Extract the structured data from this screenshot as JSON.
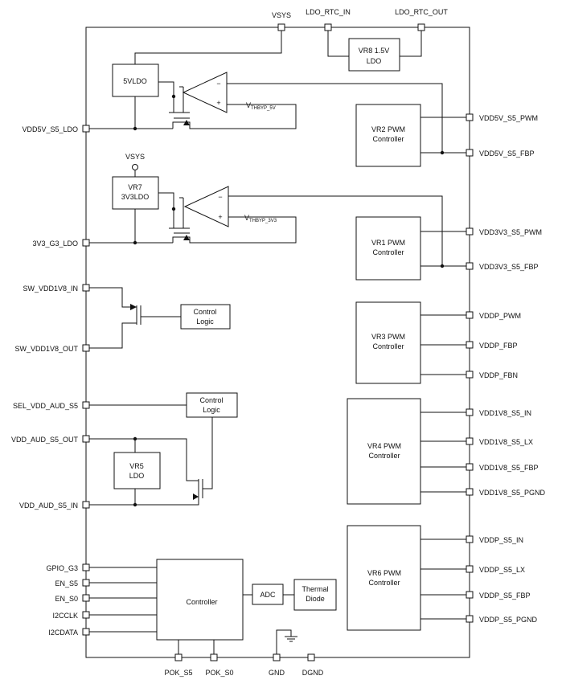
{
  "top_pins": {
    "vsys": "VSYS",
    "ldo_rtc_in": "LDO_RTC_IN",
    "ldo_rtc_out": "LDO_RTC_OUT"
  },
  "left_pins": {
    "vdd5v_s5_ldo": "VDD5V_S5_LDO",
    "v3v3_g3_ldo": "3V3_G3_LDO",
    "sw_vdd1v8_in": "SW_VDD1V8_IN",
    "sw_vdd1v8_out": "SW_VDD1V8_OUT",
    "sel_vdd_aud_s5": "SEL_VDD_AUD_S5",
    "vdd_aud_s5_out": "VDD_AUD_S5_OUT",
    "vdd_aud_s5_in": "VDD_AUD_S5_IN",
    "gpio_g3": "GPIO_G3",
    "en_s5": "EN_S5",
    "en_s0": "EN_S0",
    "i2cclk": "I2CCLK",
    "i2cdata": "I2CDATA"
  },
  "right_pins": {
    "vdd5v_s5_pwm": "VDD5V_S5_PWM",
    "vdd5v_s5_fbp": "VDD5V_S5_FBP",
    "vdd3v3_s5_pwm": "VDD3V3_S5_PWM",
    "vdd3v3_s5_fbp": "VDD3V3_S5_FBP",
    "vddp_pwm": "VDDP_PWM",
    "vddp_fbp": "VDDP_FBP",
    "vddp_fbn": "VDDP_FBN",
    "vdd1v8_s5_in": "VDD1V8_S5_IN",
    "vdd1v8_s5_lx": "VDD1V8_S5_LX",
    "vdd1v8_s5_fbp": "VDD1V8_S5_FBP",
    "vdd1v8_s5_pgnd": "VDD1V8_S5_PGND",
    "vddp_s5_in": "VDDP_S5_IN",
    "vddp_s5_lx": "VDDP_S5_LX",
    "vddp_s5_fbp": "VDDP_S5_FBP",
    "vddp_s5_pgnd": "VDDP_S5_PGND"
  },
  "bottom_pins": {
    "pok_s5": "POK_S5",
    "pok_s0": "POK_S0",
    "gnd": "GND",
    "dgnd": "DGND"
  },
  "blocks": {
    "vr8_line1": "VR8 1.5V",
    "vr8_line2": "LDO",
    "ldo_5v": "5VLDO",
    "vr7_line1": "VR7",
    "vr7_line2": "3V3LDO",
    "vr7_vsys": "VSYS",
    "vr2_line1": "VR2 PWM",
    "vr2_line2": "Controller",
    "vr1_line1": "VR1 PWM",
    "vr1_line2": "Controller",
    "vr3_line1": "VR3 PWM",
    "vr3_line2": "Controller",
    "vr4_line1": "VR4 PWM",
    "vr4_line2": "Controller",
    "vr6_line1": "VR6 PWM",
    "vr6_line2": "Controller",
    "ctrl_logic1_line1": "Control",
    "ctrl_logic1_line2": "Logic",
    "ctrl_logic2_line1": "Control",
    "ctrl_logic2_line2": "Logic",
    "vr5_line1": "VR5",
    "vr5_line2": "LDO",
    "controller": "Controller",
    "adc": "ADC",
    "thermal_line1": "Thermal",
    "thermal_line2": "Diode"
  },
  "amps": {
    "minus": "−",
    "plus": "+",
    "vthbyp_5v_main": "V",
    "vthbyp_5v_sub": "THBYP_5V",
    "vthbyp_3v3_main": "V",
    "vthbyp_3v3_sub": "THBYP_3V3"
  }
}
